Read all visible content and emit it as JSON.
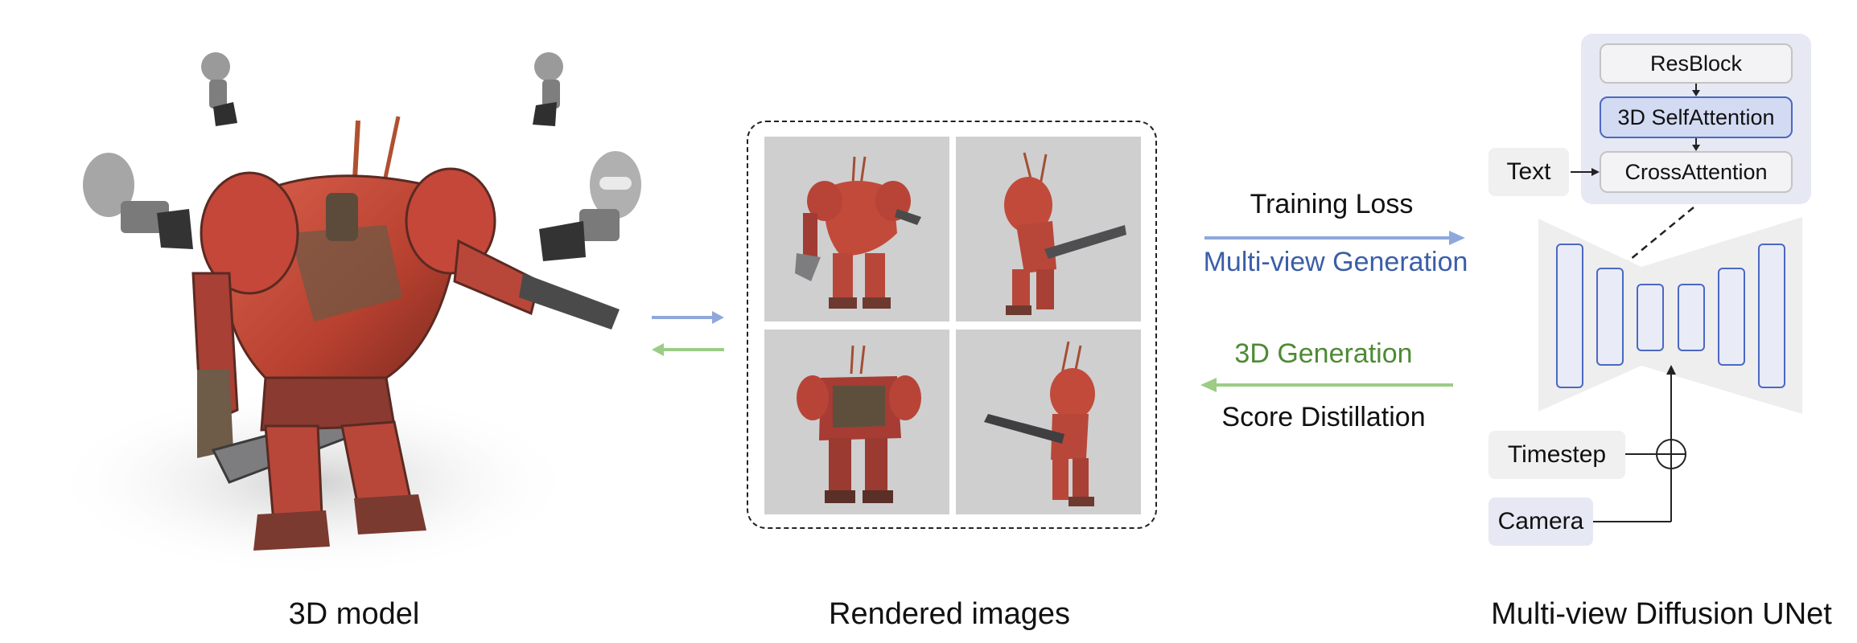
{
  "captions": {
    "model": "3D model",
    "rendered": "Rendered images",
    "unet": "Multi-view Diffusion UNet"
  },
  "flow": {
    "training_loss": "Training Loss",
    "multiview_generation": "Multi-view Generation",
    "generation_3d": "3D Generation",
    "score_distillation": "Score Distillation"
  },
  "unet": {
    "resblock": "ResBlock",
    "self_attention": "3D SelfAttention",
    "cross_attention": "CrossAttention",
    "text": "Text",
    "timestep": "Timestep",
    "camera": "Camera"
  },
  "colors": {
    "blue_arrow": "#8fa8dc",
    "green_arrow": "#9ccc86",
    "blue_text": "#3b5ea8",
    "green_text": "#4e8a34",
    "robot_red": "#c24a3a",
    "unet_bg": "#e6e8f4",
    "self_attention_fill": "#d3dbf3",
    "tile_bg": "#cfcfcf"
  }
}
